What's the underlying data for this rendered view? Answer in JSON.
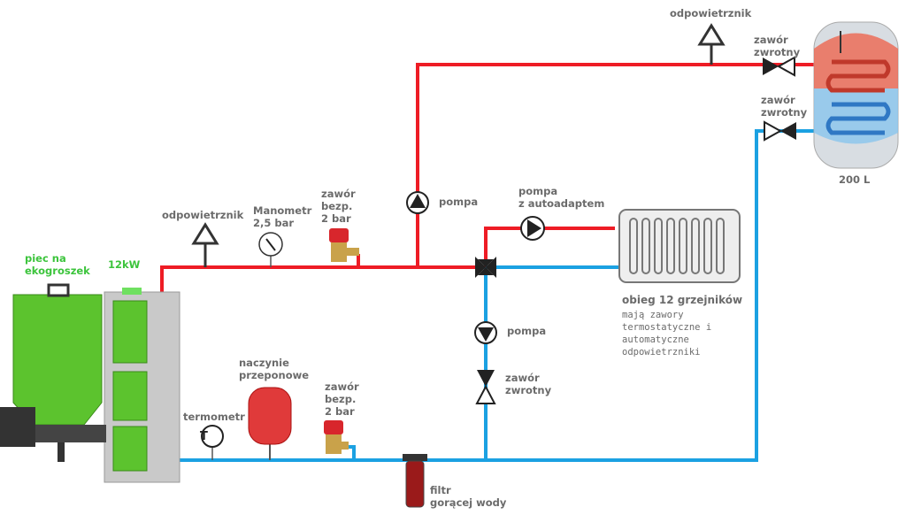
{
  "colors": {
    "supply": "#ee1c25",
    "return": "#1ba1e2",
    "boiler": "#5cc32e",
    "label": "#6b6b6b",
    "label_green": "#3cc43c"
  },
  "labels": {
    "vent_top": "odpowietrznik",
    "check_valve_top": "zawór\nzwrotny",
    "check_valve_return": "zawór\nzwrotny",
    "tank": "200 L",
    "pump_supply": "pompa",
    "pump_auto": "pompa\nz autoadaptem",
    "vent_boiler": "odpowietrznik",
    "manometer": "Manometr\n2,5 bar",
    "safety_valve_top": "zawór\nbezp.\n2 bar",
    "boiler_name": "piec na\nekogroszek",
    "boiler_power": "12kW",
    "radiator_circuit": "obieg 12 grzejników",
    "radiator_note": "mają zawory\ntermostatyczne i\nautomatyczne\nodpowietrzniki",
    "pump_return": "pompa",
    "check_valve_mid": "zawór\nzwrotny",
    "expansion_vessel": "naczynie\nprzeponowe",
    "safety_valve_bottom": "zawór\nbezp.\n2 bar",
    "thermometer": "termometr",
    "thermometer_symbol": "T",
    "filter": "filtr\ngorącej wody"
  }
}
